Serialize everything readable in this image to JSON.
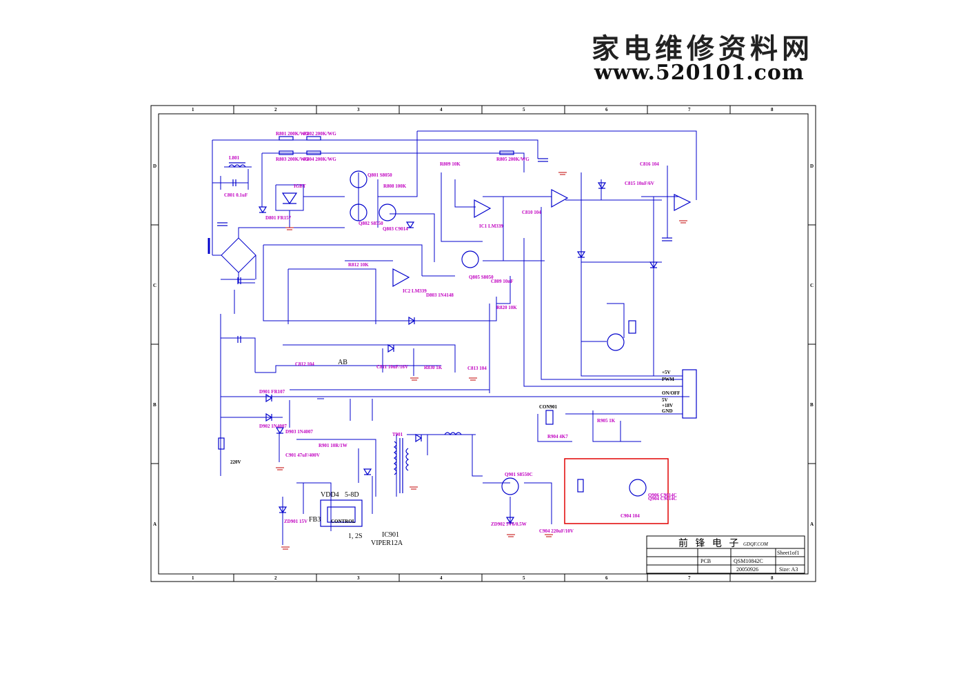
{
  "watermark": {
    "title_cn": "家电维修资料网",
    "url": "www.520101.com"
  },
  "frame": {
    "col_numbers": [
      "1",
      "2",
      "3",
      "4",
      "5",
      "6",
      "7",
      "8"
    ],
    "row_letters": [
      "D",
      "C",
      "B",
      "A"
    ]
  },
  "title_block": {
    "company": "前 锋 电 子",
    "website": "GDQF.COM",
    "sheet": "Sheet1of1",
    "pcb_label": "PCB",
    "pcb_value": "QSM10842C",
    "date": "20050926",
    "size": "Size: A3"
  },
  "labels": {
    "ic901": "IC901",
    "viper": "VIPER12A",
    "vdd": "VDD4",
    "sd": "5-8D",
    "fb": "FB3",
    "control": "CONTROL",
    "pins": "1, 2S",
    "ac": "220V",
    "ab": "AB"
  },
  "components": [
    "R801 200K/WG",
    "R802 200K/WG",
    "R803 200K/WG",
    "R804 200K/WG",
    "L801",
    "C801 0.1uF",
    "R805 200K/WG",
    "Q801 S8050",
    "Q802 S8550",
    "Q803 C9014",
    "R808 100K",
    "D801 FR157",
    "IGBT",
    "R809 10K",
    "R812 10K",
    "IC2 LM339",
    "IC1 LM339",
    "C809 10nF",
    "C810 104",
    "D803 1N4148",
    "R820 10K",
    "Q805 S8050",
    "C811 10uF/16V",
    "C812 104",
    "C813 104",
    "R830 1K",
    "C815 10nF/6V",
    "C816 104",
    "T901",
    "D901 FR107",
    "D902 1N4007",
    "D903 1N4007",
    "C901 47uF/400V",
    "R901 10R/1W",
    "ZD901 15V",
    "Q901 S8550C",
    "ZD902 5V6/0.5W",
    "C904 220uF/10V",
    "Q904 C9014C",
    "R904 4K7",
    "C904 104",
    "CON901",
    "R905 1K",
    "Q906 C9014C"
  ],
  "connector_pins": [
    "+5V",
    "PWM",
    "ON/OFF",
    "5V",
    "+18V",
    "GND"
  ]
}
